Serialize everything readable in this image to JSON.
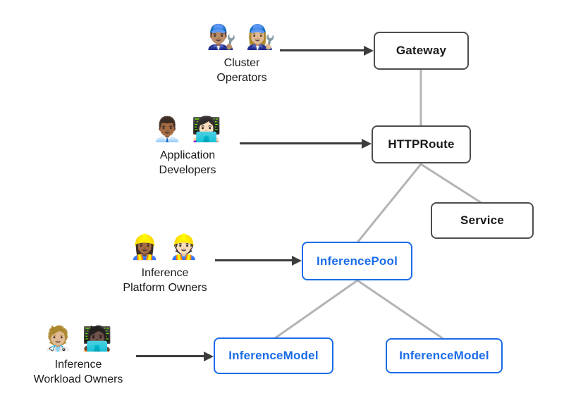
{
  "colors": {
    "accent_blue": "#1a6ce8",
    "node_border_dark": "#4d4d4d",
    "node_text_dark": "#1a1a1a",
    "connector_gray": "#b4b4b4",
    "arrow_dark": "#3d3d3d",
    "background": "#ffffff"
  },
  "personas": [
    {
      "name": "Cluster Operators",
      "emojis": "👨🏽‍🔧 👩🏼‍🔧",
      "label_line1": "Cluster",
      "label_line2": "Operators"
    },
    {
      "name": "Application Developers",
      "emojis": "👨🏾‍💼 👩🏻‍💻",
      "label_line1": "Application",
      "label_line2": "Developers"
    },
    {
      "name": "Inference Platform Owners",
      "emojis": "👷🏾‍♀️ 👷🏻",
      "label_line1": "Inference",
      "label_line2": "Platform Owners"
    },
    {
      "name": "Inference Workload Owners",
      "emojis": "🧑🏼‍⚕️ 🧑🏿‍💻",
      "label_line1": "Inference",
      "label_line2": "Workload Owners"
    }
  ],
  "nodes": [
    {
      "label": "Gateway",
      "style": "dark"
    },
    {
      "label": "HTTPRoute",
      "style": "dark"
    },
    {
      "label": "Service",
      "style": "dark"
    },
    {
      "label": "InferencePool",
      "style": "blue"
    },
    {
      "label": "InferenceModel",
      "style": "blue"
    },
    {
      "label": "InferenceModel",
      "style": "blue"
    }
  ],
  "edges": [
    {
      "from": "Gateway",
      "to": "HTTPRoute"
    },
    {
      "from": "HTTPRoute",
      "to": "Service"
    },
    {
      "from": "HTTPRoute",
      "to": "InferencePool"
    },
    {
      "from": "InferencePool",
      "to": "InferenceModel"
    },
    {
      "from": "InferencePool",
      "to": "InferenceModel"
    }
  ],
  "actor_arrows": [
    {
      "from": "Cluster Operators",
      "to": "Gateway"
    },
    {
      "from": "Application Developers",
      "to": "HTTPRoute"
    },
    {
      "from": "Inference Platform Owners",
      "to": "InferencePool"
    },
    {
      "from": "Inference Workload Owners",
      "to": "InferenceModel"
    }
  ]
}
